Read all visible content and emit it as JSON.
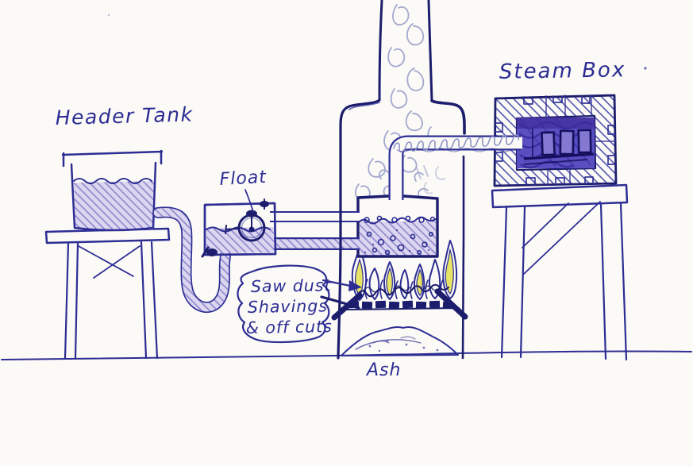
{
  "labels": {
    "header_tank": "Header Tank",
    "float": "Float",
    "steam_box": "Steam Box",
    "ash": "Ash",
    "callout": {
      "line1": "Saw dust",
      "line2": "Shavings",
      "line3": "& off cuts"
    }
  },
  "colors": {
    "ink": "#2d2d94",
    "ink_dark": "#1d1d6e",
    "text_ink": "#2c2c94",
    "paper": "#fbfaf6",
    "water_fill": "#dcd6f0",
    "water_hatch": "#8d85cc",
    "flame_fill": "#f5f3ac",
    "flame_core": "#e7e365",
    "smoke": "#8e94c6",
    "box_interior": "#5a4ec0",
    "box_scribble": "#382b9c",
    "wood_block": "#8478d2"
  }
}
